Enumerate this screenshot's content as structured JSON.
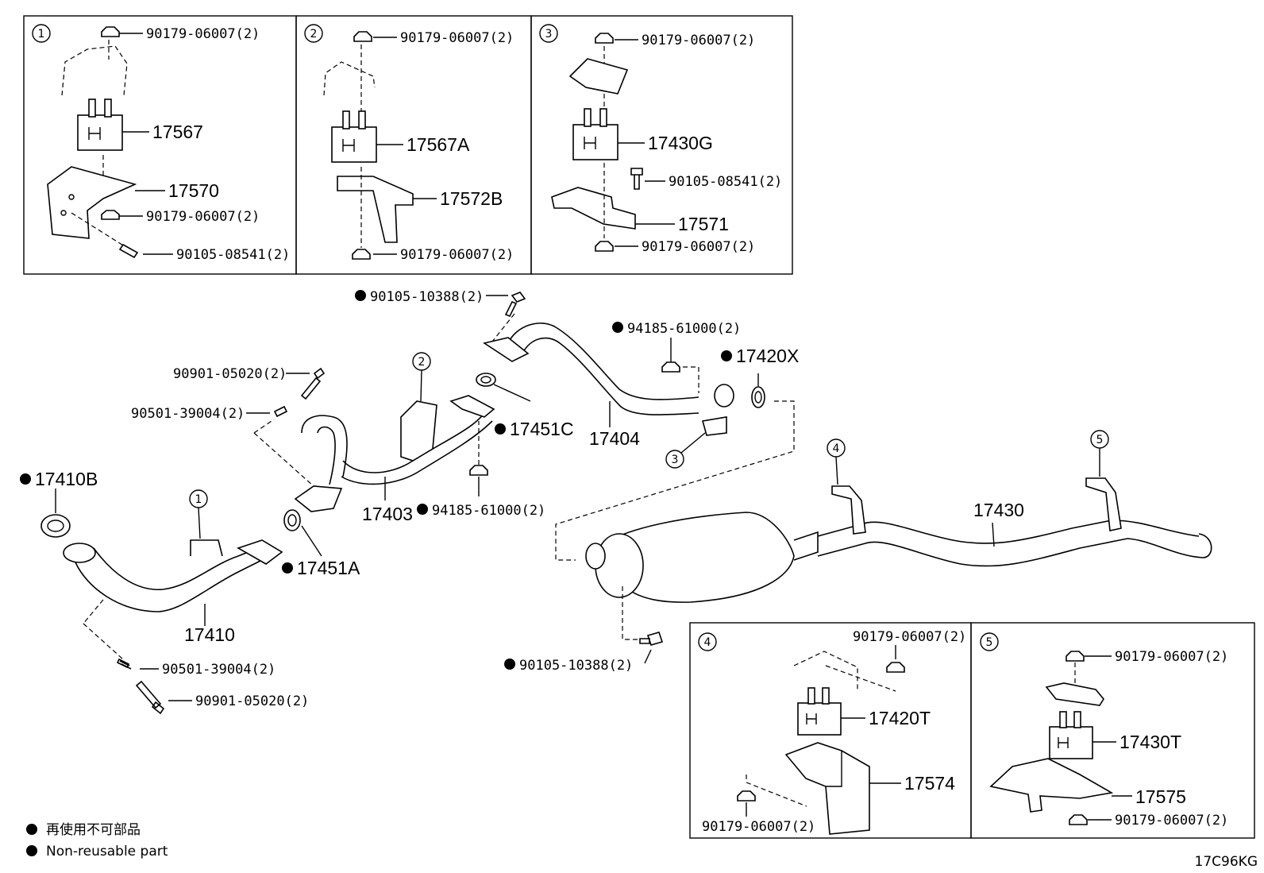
{
  "diagram_code": "17C96KG",
  "legend": {
    "line1": "再使用不可部品",
    "line2": "Non-reusable part"
  },
  "boxes": {
    "box1": {
      "num": "1",
      "nut_top": "90179-06007(2)",
      "mount": "17567",
      "bracket": "17570",
      "nut_bottom": "90179-06007(2)",
      "bolt": "90105-08541(2)"
    },
    "box2": {
      "num": "2",
      "nut_top": "90179-06007(2)",
      "mount": "17567A",
      "bracket": "17572B",
      "nut_bottom": "90179-06007(2)"
    },
    "box3": {
      "num": "3",
      "nut_top": "90179-06007(2)",
      "mount": "17430G",
      "bolt": "90105-08541(2)",
      "bracket": "17571",
      "nut_bottom": "90179-06007(2)"
    },
    "box4": {
      "num": "4",
      "nut_top": "90179-06007(2)",
      "mount": "17420T",
      "bracket": "17574",
      "nut_bottom": "90179-06007(2)"
    },
    "box5": {
      "num": "5",
      "nut_top": "90179-06007(2)",
      "mount": "17430T",
      "bracket": "17575",
      "nut_bottom": "90179-06007(2)"
    }
  },
  "parts": {
    "p17410B": "17410B",
    "p17410": "17410",
    "p17451A": "17451A",
    "p17403": "17403",
    "p17451C": "17451C",
    "p17404": "17404",
    "p17420X": "17420X",
    "p17430": "17430",
    "bolt_90105_10388_top": "90105-10388(2)",
    "bolt_90105_10388_bottom": "90105-10388(2)",
    "nut_94185_top": "94185-61000(2)",
    "nut_94185_mid": "94185-61000(2)",
    "bolt_90901_top": "90901-05020(2)",
    "spring_90501_top": "90501-39004(2)",
    "spring_90501_bottom": "90501-39004(2)",
    "bolt_90901_bottom": "90901-05020(2)"
  },
  "callouts": {
    "c1": "1",
    "c2": "2",
    "c3": "3",
    "c4": "4",
    "c5": "5"
  }
}
